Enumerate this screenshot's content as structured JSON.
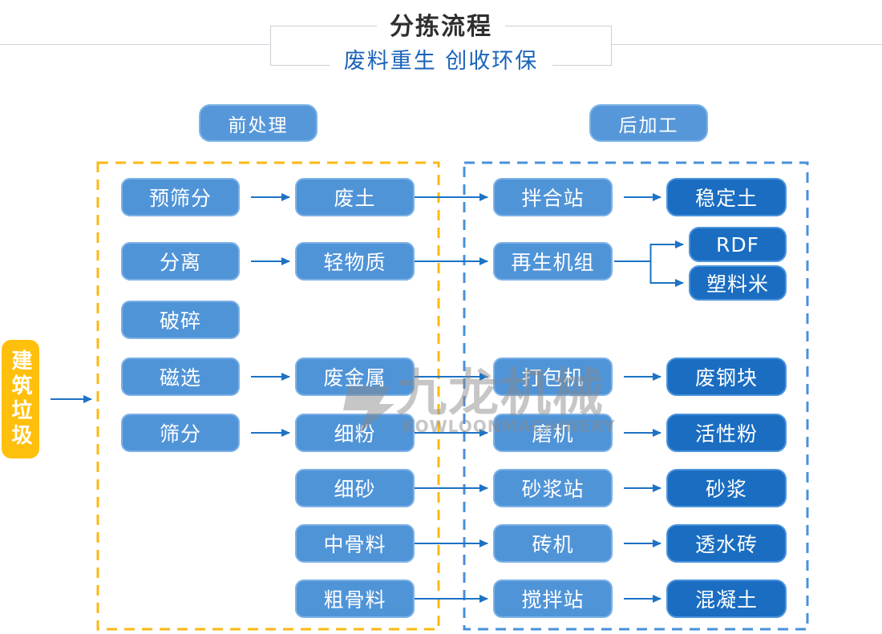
{
  "header": {
    "title": "分拣流程",
    "subtitle": "废料重生 创收环保"
  },
  "section_labels": {
    "pre": "前处理",
    "post": "后加工"
  },
  "source": {
    "label": "建筑垃圾"
  },
  "watermark": {
    "cn": "九龙机械",
    "en": "KOWLOONMACHINERY"
  },
  "colors": {
    "box_medium": "#5094d8",
    "box_medium_border": "#7db1e6",
    "box_dark": "#1a6dc1",
    "box_dark_border": "#4b94dc",
    "source_yellow": "#ffc00d",
    "dash_yellow": "#fcb813",
    "dash_blue": "#4a90d9",
    "arrow_blue": "#1d72c4",
    "subtitle_blue": "#1b63b8",
    "title_dark": "#2f2f2f"
  },
  "nodes": [
    {
      "id": "pre_screen",
      "label": "预筛分"
    },
    {
      "id": "separation",
      "label": "分离"
    },
    {
      "id": "crushing",
      "label": "破碎"
    },
    {
      "id": "magnetic",
      "label": "磁选"
    },
    {
      "id": "screening",
      "label": "筛分"
    },
    {
      "id": "waste_soil",
      "label": "废土"
    },
    {
      "id": "light_material",
      "label": "轻物质"
    },
    {
      "id": "scrap_metal",
      "label": "废金属"
    },
    {
      "id": "fine_powder",
      "label": "细粉"
    },
    {
      "id": "fine_sand",
      "label": "细砂"
    },
    {
      "id": "medium_aggregate",
      "label": "中骨料"
    },
    {
      "id": "coarse_aggregate",
      "label": "粗骨料"
    },
    {
      "id": "mixing_station",
      "label": "拌合站"
    },
    {
      "id": "regen_unit",
      "label": "再生机组"
    },
    {
      "id": "baler",
      "label": "打包机"
    },
    {
      "id": "mill",
      "label": "磨机"
    },
    {
      "id": "mortar_station",
      "label": "砂浆站"
    },
    {
      "id": "brick_machine",
      "label": "砖机"
    },
    {
      "id": "mixer_station",
      "label": "搅拌站"
    },
    {
      "id": "stabilized_soil",
      "label": "稳定土"
    },
    {
      "id": "rdf",
      "label": "RDF"
    },
    {
      "id": "plastic_pellets",
      "label": "塑料米"
    },
    {
      "id": "scrap_steel",
      "label": "废钢块"
    },
    {
      "id": "active_powder",
      "label": "活性粉"
    },
    {
      "id": "mortar",
      "label": "砂浆"
    },
    {
      "id": "permeable_brick",
      "label": "透水砖"
    },
    {
      "id": "concrete",
      "label": "混凝土"
    }
  ],
  "edges": [
    [
      "source",
      "pre_area"
    ],
    [
      "pre_screen",
      "waste_soil"
    ],
    [
      "separation",
      "light_material"
    ],
    [
      "magnetic",
      "scrap_metal"
    ],
    [
      "screening",
      "fine_powder"
    ],
    [
      "waste_soil",
      "mixing_station"
    ],
    [
      "light_material",
      "regen_unit"
    ],
    [
      "scrap_metal",
      "baler"
    ],
    [
      "fine_powder",
      "mill"
    ],
    [
      "fine_sand",
      "mortar_station"
    ],
    [
      "medium_aggregate",
      "brick_machine"
    ],
    [
      "coarse_aggregate",
      "mixer_station"
    ],
    [
      "mixing_station",
      "stabilized_soil"
    ],
    [
      "regen_unit",
      "rdf"
    ],
    [
      "regen_unit",
      "plastic_pellets"
    ],
    [
      "baler",
      "scrap_steel"
    ],
    [
      "mill",
      "active_powder"
    ],
    [
      "mortar_station",
      "mortar"
    ],
    [
      "brick_machine",
      "permeable_brick"
    ],
    [
      "mixer_station",
      "concrete"
    ]
  ]
}
